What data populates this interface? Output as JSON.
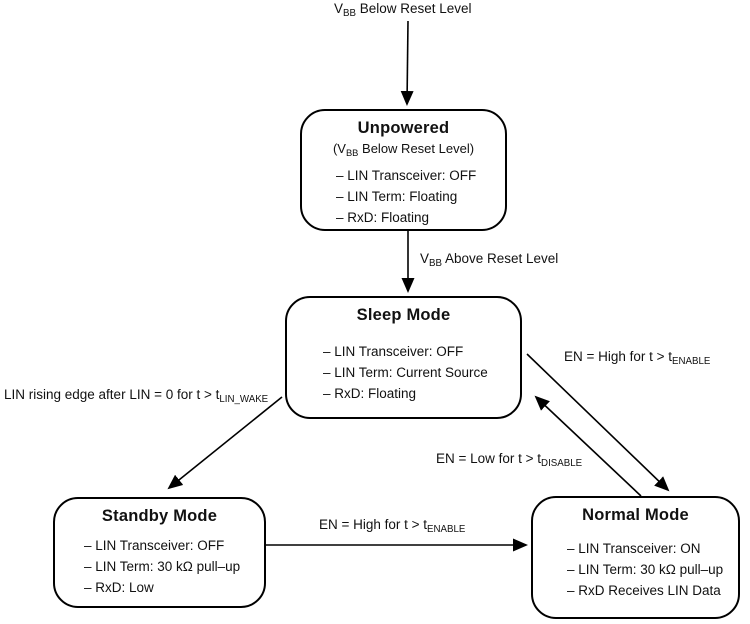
{
  "states": {
    "unpowered": {
      "title": "Unpowered",
      "subtitle": {
        "pre": "(V",
        "sub": "BB",
        "post": " Below Reset Level)"
      },
      "items": [
        "– LIN Transceiver: OFF",
        "– LIN Term: Floating",
        "– RxD: Floating"
      ]
    },
    "sleep": {
      "title": "Sleep Mode",
      "items": [
        "– LIN Transceiver: OFF",
        "– LIN Term: Current Source",
        "– RxD: Floating"
      ]
    },
    "standby": {
      "title": "Standby Mode",
      "items": [
        "– LIN Transceiver: OFF",
        "– LIN Term: 30 kΩ pull–up",
        "– RxD: Low"
      ]
    },
    "normal": {
      "title": "Normal Mode",
      "items": [
        "– LIN Transceiver: ON",
        "– LIN Term: 30 kΩ pull–up",
        "– RxD Receives LIN Data"
      ]
    }
  },
  "transitions": {
    "power_entry": {
      "pre": "V",
      "sub": "BB",
      "post": " Below Reset Level"
    },
    "unpowered_to_sleep": {
      "pre": "V",
      "sub": "BB",
      "post": " Above Reset Level"
    },
    "sleep_to_standby": {
      "pre": "LIN rising edge after LIN = 0 for t > t",
      "sub": "LIN_WAKE",
      "post": ""
    },
    "sleep_to_normal": {
      "pre": "EN = High for t > t",
      "sub": "ENABLE",
      "post": ""
    },
    "normal_to_sleep": {
      "pre": "EN = Low for t > t",
      "sub": "DISABLE",
      "post": ""
    },
    "standby_to_normal": {
      "pre": "EN = High for t > t",
      "sub": "ENABLE",
      "post": ""
    }
  },
  "colors": {
    "line": "#000000",
    "text": "#111111",
    "background": "#ffffff"
  }
}
